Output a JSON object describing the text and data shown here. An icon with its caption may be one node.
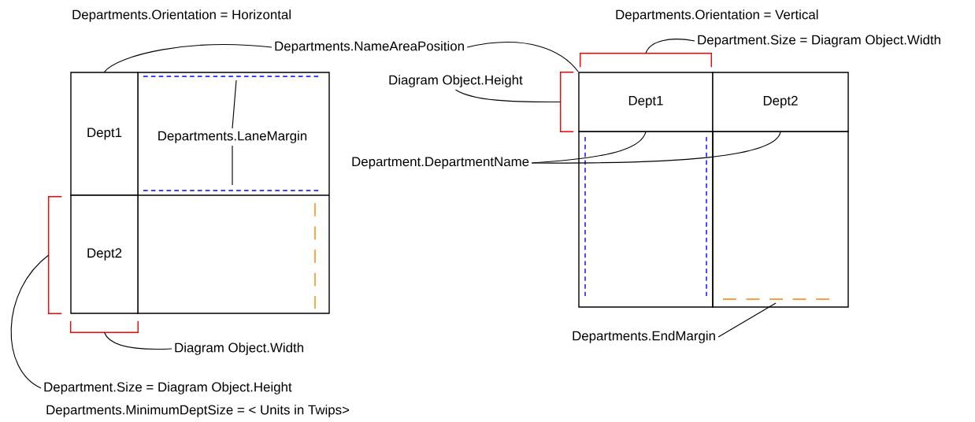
{
  "diagram": {
    "nodes": [
      {
        "text": [
          "Departments.NameAreaPosition"
        ]
      },
      {
        "text": [
          "Dept1"
        ]
      },
      {
        "text": [
          "Departments.LaneMargin"
        ]
      },
      {
        "text": [
          "Dept2"
        ]
      },
      {
        "text": [
          "Diagram Object.Width"
        ]
      },
      {
        "text": [
          "Department.Size = Diagram Object.Height"
        ]
      },
      {
        "text": [
          "Department.Size = Diagram Object.Width"
        ]
      },
      {
        "text": [
          "Diagram Object.Height"
        ]
      },
      {
        "text": [
          "Dept1"
        ]
      },
      {
        "text": [
          "Dept2"
        ]
      },
      {
        "text": [
          "Department.DepartmentName"
        ]
      },
      {
        "text": [
          "Departments.EndMargin"
        ]
      },
      {
        "text": [],
        "shape": "bracket"
      },
      {
        "text": [],
        "shape": "bracket"
      },
      {
        "text": [],
        "shape": "bracket"
      },
      {
        "text": [],
        "shape": "bracket"
      }
    ],
    "edges": [
      {
        "from": 0,
        "to": 1,
        "arrow": "none"
      },
      {
        "from": 0,
        "to": 8,
        "arrow": "none"
      },
      {
        "from": 2,
        "to": null,
        "arrow": "none"
      },
      {
        "from": 2,
        "to": null,
        "arrow": "none"
      },
      {
        "from": 4,
        "to": 13,
        "arrow": "none"
      },
      {
        "from": 5,
        "to": 12,
        "arrow": "none"
      },
      {
        "from": 6,
        "to": 14,
        "arrow": "none"
      },
      {
        "from": 7,
        "to": 15,
        "arrow": "none"
      },
      {
        "from": 10,
        "to": 8,
        "arrow": "none"
      },
      {
        "from": 10,
        "to": 9,
        "arrow": "none"
      },
      {
        "from": 11,
        "to": null,
        "arrow": "none"
      }
    ],
    "labels": [
      "Departments.Orientation = Horizontal",
      "Departments.Orientation = Vertical",
      "Departments.MinimumDeptSize = < Units in Twips>"
    ]
  }
}
